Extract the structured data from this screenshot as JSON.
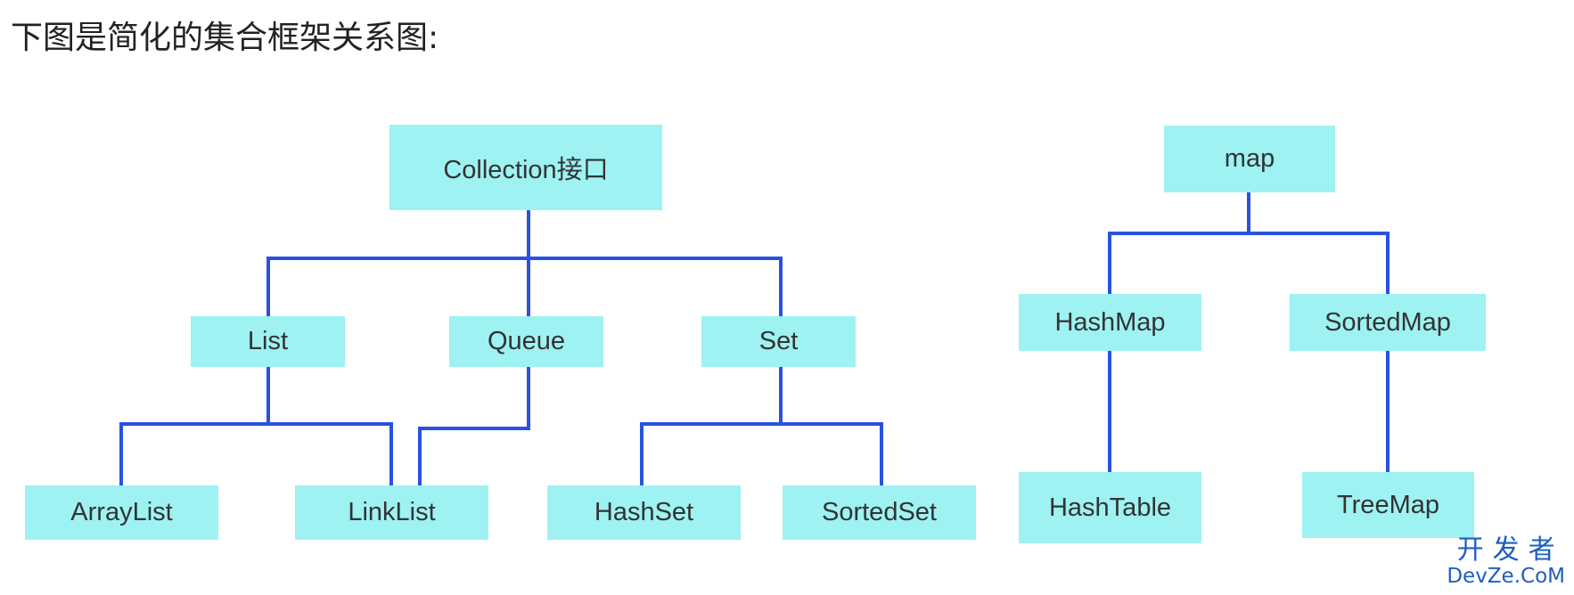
{
  "heading": "下图是简化的集合框架关系图:",
  "collection_tree": {
    "root": "Collection接口",
    "list": "List",
    "queue": "Queue",
    "set": "Set",
    "arraylist": "ArrayList",
    "linklist": "LinkList",
    "hashset": "HashSet",
    "sortedset": "SortedSet"
  },
  "map_tree": {
    "root": "map",
    "hashmap": "HashMap",
    "sortedmap": "SortedMap",
    "hashtable": "HashTable",
    "treemap": "TreeMap"
  },
  "watermark": {
    "cn": "开发者",
    "en": "DevZe.CoM"
  },
  "colors": {
    "node_fill": "#9ef2f2",
    "connector": "#2a52e0"
  }
}
